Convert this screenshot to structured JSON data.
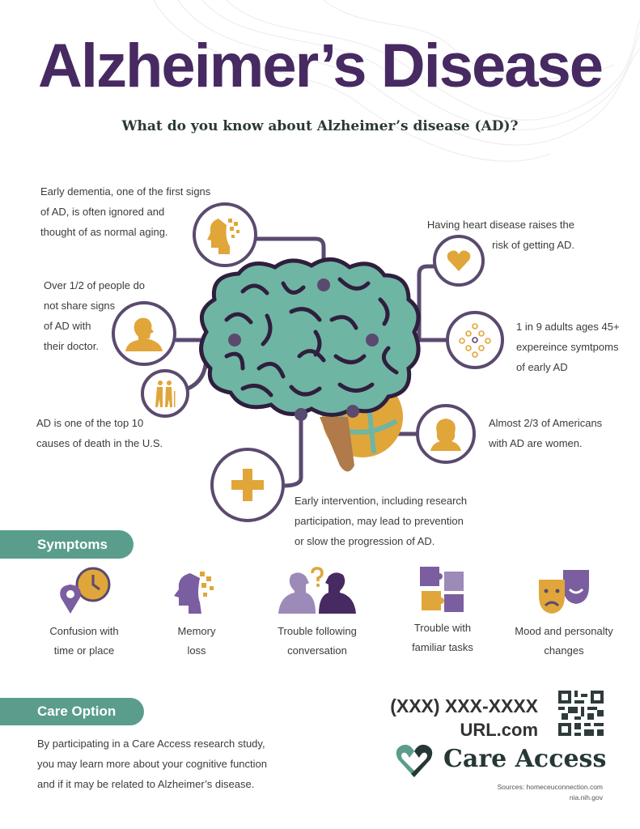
{
  "title": "Alzheimer’s Disease",
  "subtitle": "What do you know about Alzheimer’s disease (AD)?",
  "facts": {
    "early_dementia": [
      "Early dementia, one of the first signs",
      "of AD, is often ignored and",
      "thought of as normal aging."
    ],
    "heart": [
      "Having heart disease raises the",
      "risk of getting AD."
    ],
    "share": [
      "Over 1/2 of people do",
      "not share signs",
      "of AD with",
      "their doctor."
    ],
    "adults": [
      "1 in 9 adults ages 45+",
      "expereince symtpoms",
      "of early AD"
    ],
    "death": [
      "AD is one of the top 10",
      "causes of death in the U.S."
    ],
    "women": [
      "Almost 2/3 of Americans",
      "with AD are women."
    ],
    "intervention": [
      "Early intervention, including research",
      "participation, may lead to prevention",
      "or slow the progression of AD."
    ]
  },
  "symptoms": {
    "heading": "Symptoms",
    "items": [
      {
        "icon": "clock-location-icon",
        "lines": [
          "Confusion with",
          "time or place"
        ]
      },
      {
        "icon": "memory-head-icon",
        "lines": [
          "Memory",
          "loss"
        ]
      },
      {
        "icon": "conversation-icon",
        "lines": [
          "Trouble following",
          "conversation"
        ]
      },
      {
        "icon": "puzzle-icon",
        "lines": [
          "Trouble with",
          "familiar tasks"
        ]
      },
      {
        "icon": "theater-masks-icon",
        "lines": [
          "Mood and personalty",
          "changes"
        ]
      }
    ]
  },
  "care": {
    "heading": "Care Option",
    "text": [
      "By participating in a Care Access research study,",
      "you may learn more about your cognitive function",
      "and if it may be related to Alzheimer’s disease."
    ],
    "phone": "(XXX) XXX-XXXX",
    "url": "URL.com",
    "brand": "Care Access",
    "sources": [
      "Sources: homeceuconnection.com",
      "nia.nih.gov"
    ]
  },
  "colors": {
    "purple": "#472a62",
    "teal": "#6fb5a3",
    "gold": "#e0a63a",
    "outline": "#5b4a6f"
  }
}
